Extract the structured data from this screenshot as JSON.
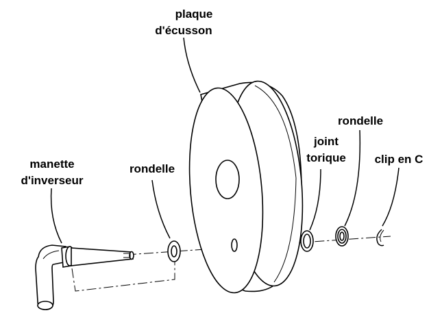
{
  "labels": {
    "escutcheon_line1": "plaque",
    "escutcheon_line2": "d'écusson",
    "handle_line1": "manette",
    "handle_line2": "d'inverseur",
    "washer_left": "rondelle",
    "oring_line1": "joint",
    "oring_line2": "torique",
    "washer_right": "rondelle",
    "clip": "clip en C"
  },
  "colors": {
    "stroke": "#000000",
    "fill": "#ffffff"
  }
}
